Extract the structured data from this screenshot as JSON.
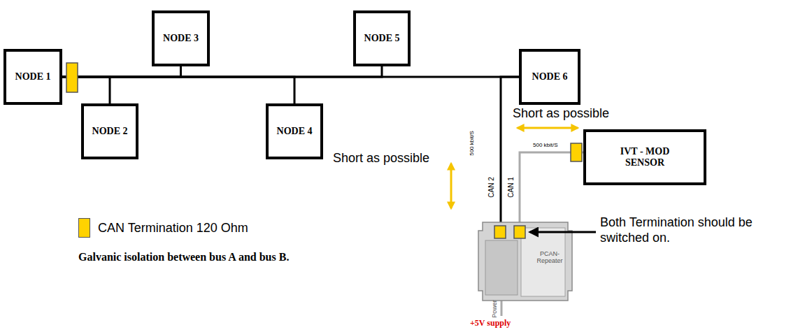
{
  "diagram": {
    "nodes": [
      {
        "text": [
          "NODE 1"
        ]
      },
      {
        "text": [
          "NODE 2"
        ]
      },
      {
        "text": [
          "NODE 3"
        ]
      },
      {
        "text": [
          "NODE 4"
        ]
      },
      {
        "text": [
          "NODE 5"
        ]
      },
      {
        "text": [
          "NODE 6"
        ]
      },
      {
        "text": [
          "IVT - MOD SENSOR"
        ]
      },
      {
        "text": [
          "PCAN-Repeater"
        ]
      }
    ],
    "edges": [
      {
        "from": 0,
        "to": 1,
        "arrow": "none"
      },
      {
        "from": 0,
        "to": 2,
        "arrow": "none"
      },
      {
        "from": 0,
        "to": 3,
        "arrow": "none"
      },
      {
        "from": 0,
        "to": 4,
        "arrow": "none"
      },
      {
        "from": 0,
        "to": 5,
        "arrow": "none"
      },
      {
        "from": 5,
        "to": 7,
        "arrow": "none"
      },
      {
        "from": 6,
        "to": 7,
        "arrow": "none"
      }
    ],
    "labels": [
      "Short as possible",
      "Short as possible",
      "500 kbit/S",
      "500 kbit/S",
      "CAN 2",
      "CAN 1",
      "Both Termination should be switched on.",
      "Power",
      "+5V supply",
      "Galvanic isolation between bus A and bus B."
    ],
    "legend": [
      {
        "text": "CAN Termination 120 Ohm",
        "color": "#ffd200"
      }
    ]
  }
}
